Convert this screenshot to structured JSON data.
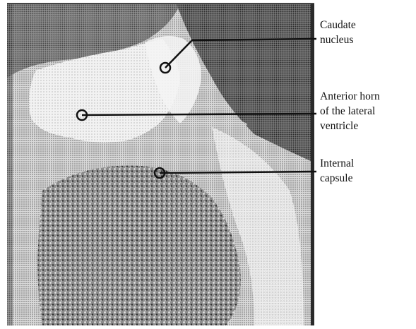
{
  "figure": {
    "labels": [
      {
        "id": "caudate",
        "text": "Caudate\nnucleus"
      },
      {
        "id": "anterior-horn",
        "text": "Anterior horn\nof the lateral\nventricle"
      },
      {
        "id": "internal-capsule",
        "text": "Internal\ncapsule"
      }
    ]
  }
}
